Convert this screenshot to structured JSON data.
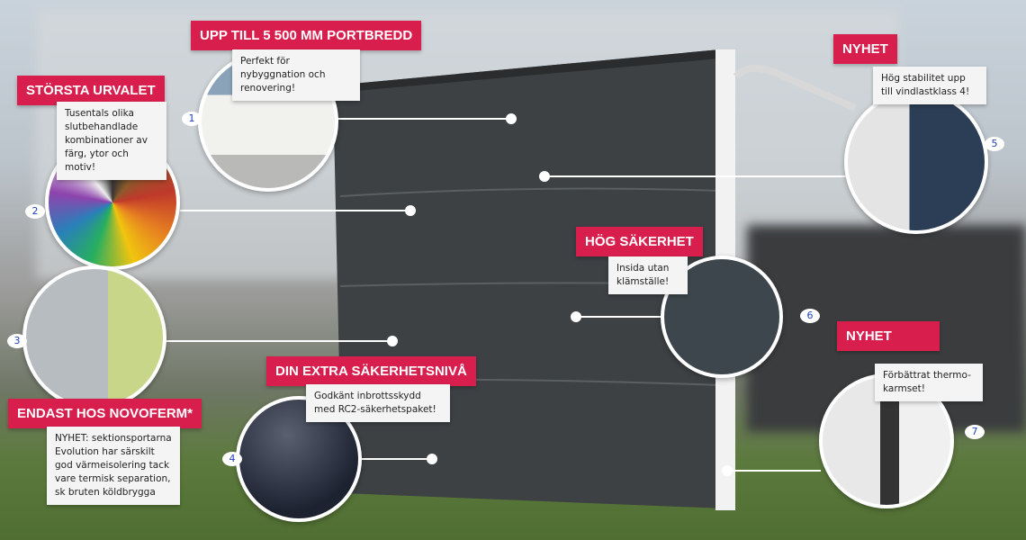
{
  "callouts": [
    {
      "number": "1",
      "title": "UPP TILL 5 500 MM PORTBREDD",
      "text": "Perfekt för nybyggnation och renovering!"
    },
    {
      "number": "2",
      "title": "STÖRSTA URVALET",
      "text": "Tusentals olika slutbehandlade kombinationer av färg, ytor och motiv!"
    },
    {
      "number": "3",
      "title": "ENDAST HOS NOVOFERM*",
      "text": "NYHET: sektionsportarna Evolution har särskilt god värmeisolering tack vare termisk separation, sk bruten köldbrygga"
    },
    {
      "number": "4",
      "title": "DIN EXTRA SÄKERHETSNIVÅ",
      "text": "Godkänt inbrottsskydd med RC2-säkerhetspaket!"
    },
    {
      "number": "5",
      "title": "NYHET",
      "text": "Hög stabilitet upp till vindlastklass 4!"
    },
    {
      "number": "6",
      "title": "HÖG SÄKERHET",
      "text": "Insida utan klämställe!"
    },
    {
      "number": "7",
      "title": "NYHET",
      "text": "Förbättrat thermo-karmset!"
    }
  ],
  "colors": {
    "accent": "#d81e4c",
    "door": "#3d4144",
    "number": "#2040c0"
  }
}
